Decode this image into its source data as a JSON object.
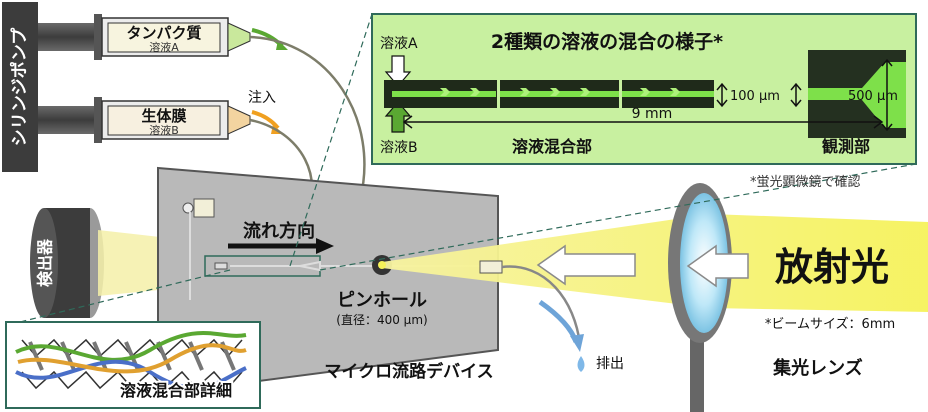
{
  "pump": {
    "label": "シリンジポンプ",
    "syringe_a_name": "タンパク質",
    "syringe_a_sub": "溶液A",
    "syringe_b_name": "生体膜",
    "syringe_b_sub": "溶液B",
    "inject_label": "注入"
  },
  "inset": {
    "title": "2種類の溶液の混合の様子*",
    "solution_a": "溶液A",
    "solution_b": "溶液B",
    "width_small": "100 μm",
    "width_large": "500 μm",
    "length": "9 mm",
    "mixing_label": "溶液混合部",
    "observe_label": "観測部",
    "footnote": "*蛍光顕微鏡で確認"
  },
  "device": {
    "flow_label": "流れ方向",
    "pinhole_label": "ピンホール",
    "pinhole_note": "(直径：400 μm)",
    "device_label": "マイクロ流路デバイス",
    "drain_label": "排出",
    "detail_label": "溶液混合部詳細"
  },
  "detector": {
    "label": "検出器"
  },
  "radiation": {
    "label": "放射光",
    "beam_note": "*ビームサイズ：6mm",
    "lens_label": "集光レンズ"
  },
  "colors": {
    "beam": "#f5f25a",
    "inset_bg": "#c8f0a0",
    "channel_green": "#7ee04a",
    "arrow_green": "#5aa832",
    "arrow_orange": "#f0a020",
    "device_gray": "#b9b9b9",
    "pump_dark": "#3c3c3c"
  }
}
